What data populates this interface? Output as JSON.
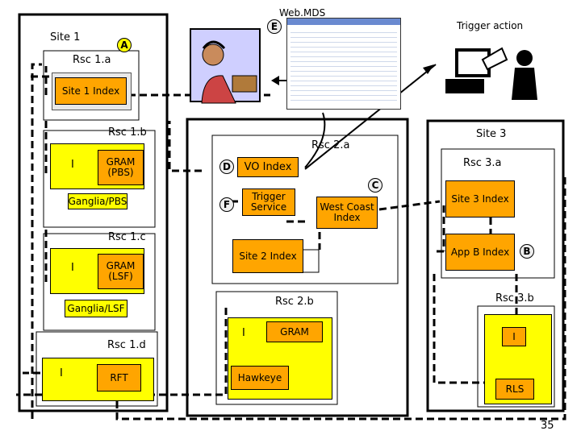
{
  "webmds_title": "Web.MDS",
  "trigger_action": "Trigger action",
  "page_number": "35",
  "site1": {
    "title": "Site 1",
    "rsc_1a": "Rsc 1.a",
    "site1_index": "Site 1 Index",
    "rsc_1b": "Rsc 1.b",
    "gram_pbs": "GRAM (PBS)",
    "ganglia_pbs": "Ganglia/PBS",
    "rsc_1c": "Rsc 1.c",
    "gram_lsf": "GRAM (LSF)",
    "ganglia_lsf": "Ganglia/LSF",
    "rsc_1d": "Rsc 1.d",
    "rft": "RFT",
    "i_label": "I"
  },
  "site2": {
    "rsc_2a": "Rsc 2.a",
    "vo_index": "VO Index",
    "trigger_service": "Trigger Service",
    "west_coast_index": "West Coast Index",
    "site2_index": "Site 2 Index",
    "rsc_2b": "Rsc 2.b",
    "gram": "GRAM",
    "hawkeye": "Hawkeye",
    "i_label": "I"
  },
  "site3": {
    "title": "Site 3",
    "rsc_3a": "Rsc 3.a",
    "site3_index": "Site 3 Index",
    "app_b_index": "App B Index",
    "rsc_3b": "Rsc 3.b",
    "i_label": "I",
    "rls": "RLS"
  },
  "badges": {
    "a": "A",
    "b": "B",
    "c": "C",
    "d": "D",
    "e": "E",
    "f": "F"
  }
}
